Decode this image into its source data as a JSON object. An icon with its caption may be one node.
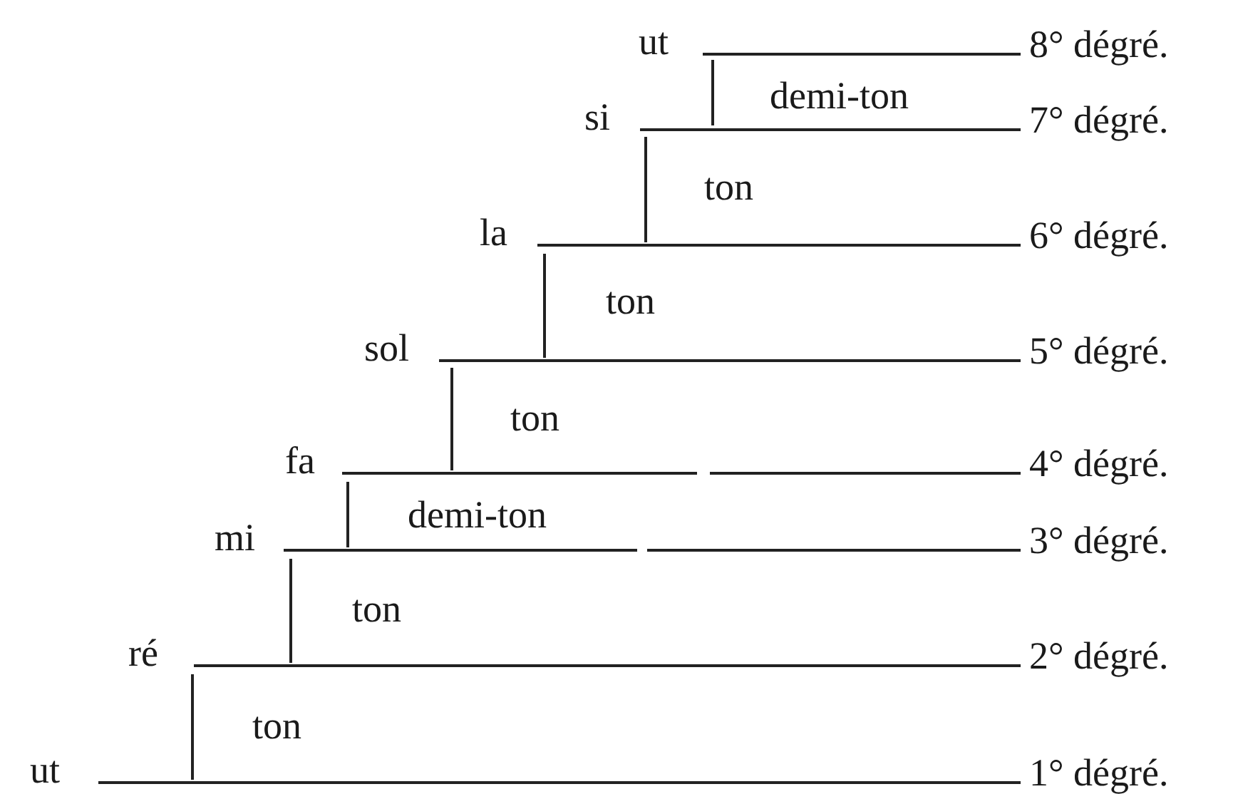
{
  "diagram": {
    "labels": [
      "ut",
      "8° dégré.",
      "demi-ton",
      "si",
      "7° dégré.",
      "ton",
      "la",
      "6° dégré.",
      "ton",
      "sol",
      "5° dégré.",
      "ton",
      "fa",
      "4° dégré.",
      "demi-ton",
      "mi",
      "3° dégré.",
      "ton",
      "ré",
      "2° dégré.",
      "ton",
      "ut",
      "1° dégré."
    ]
  }
}
